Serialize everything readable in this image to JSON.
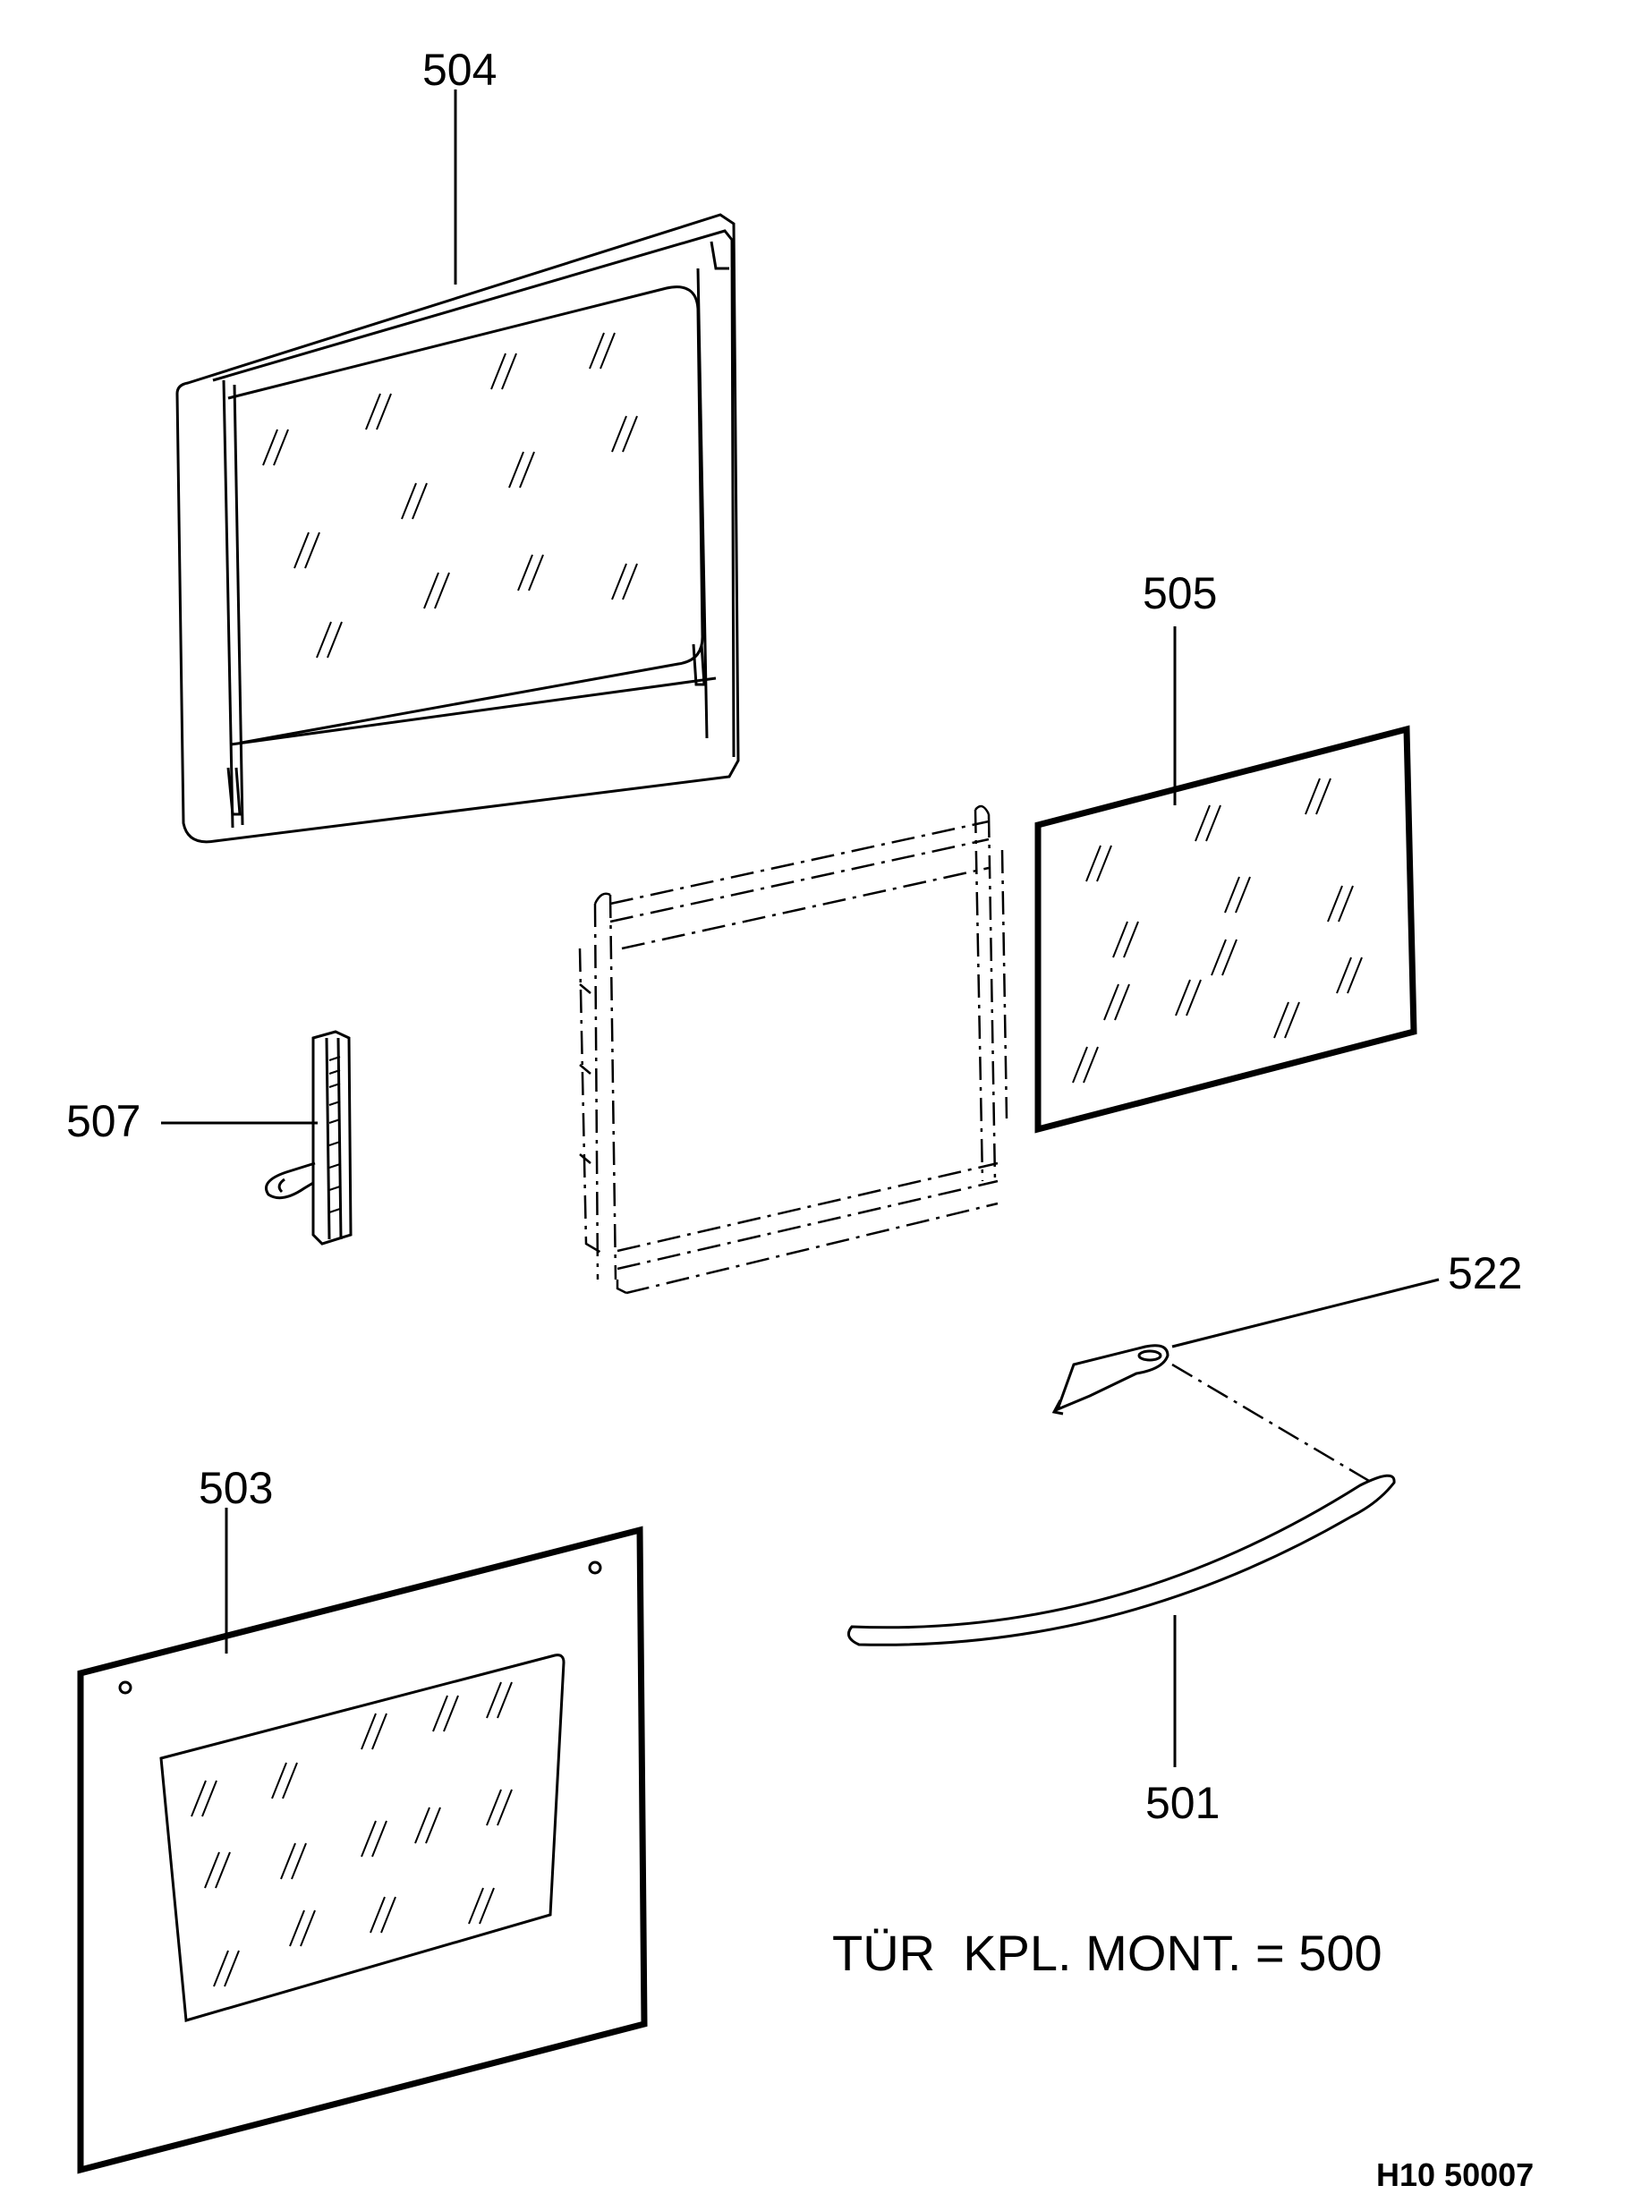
{
  "labels": {
    "p504": "504",
    "p505": "505",
    "p507": "507",
    "p522": "522",
    "p503": "503",
    "p501": "501"
  },
  "note": "TÜR  KPL. MONT. = 500",
  "drawing_code": "H10 50007"
}
